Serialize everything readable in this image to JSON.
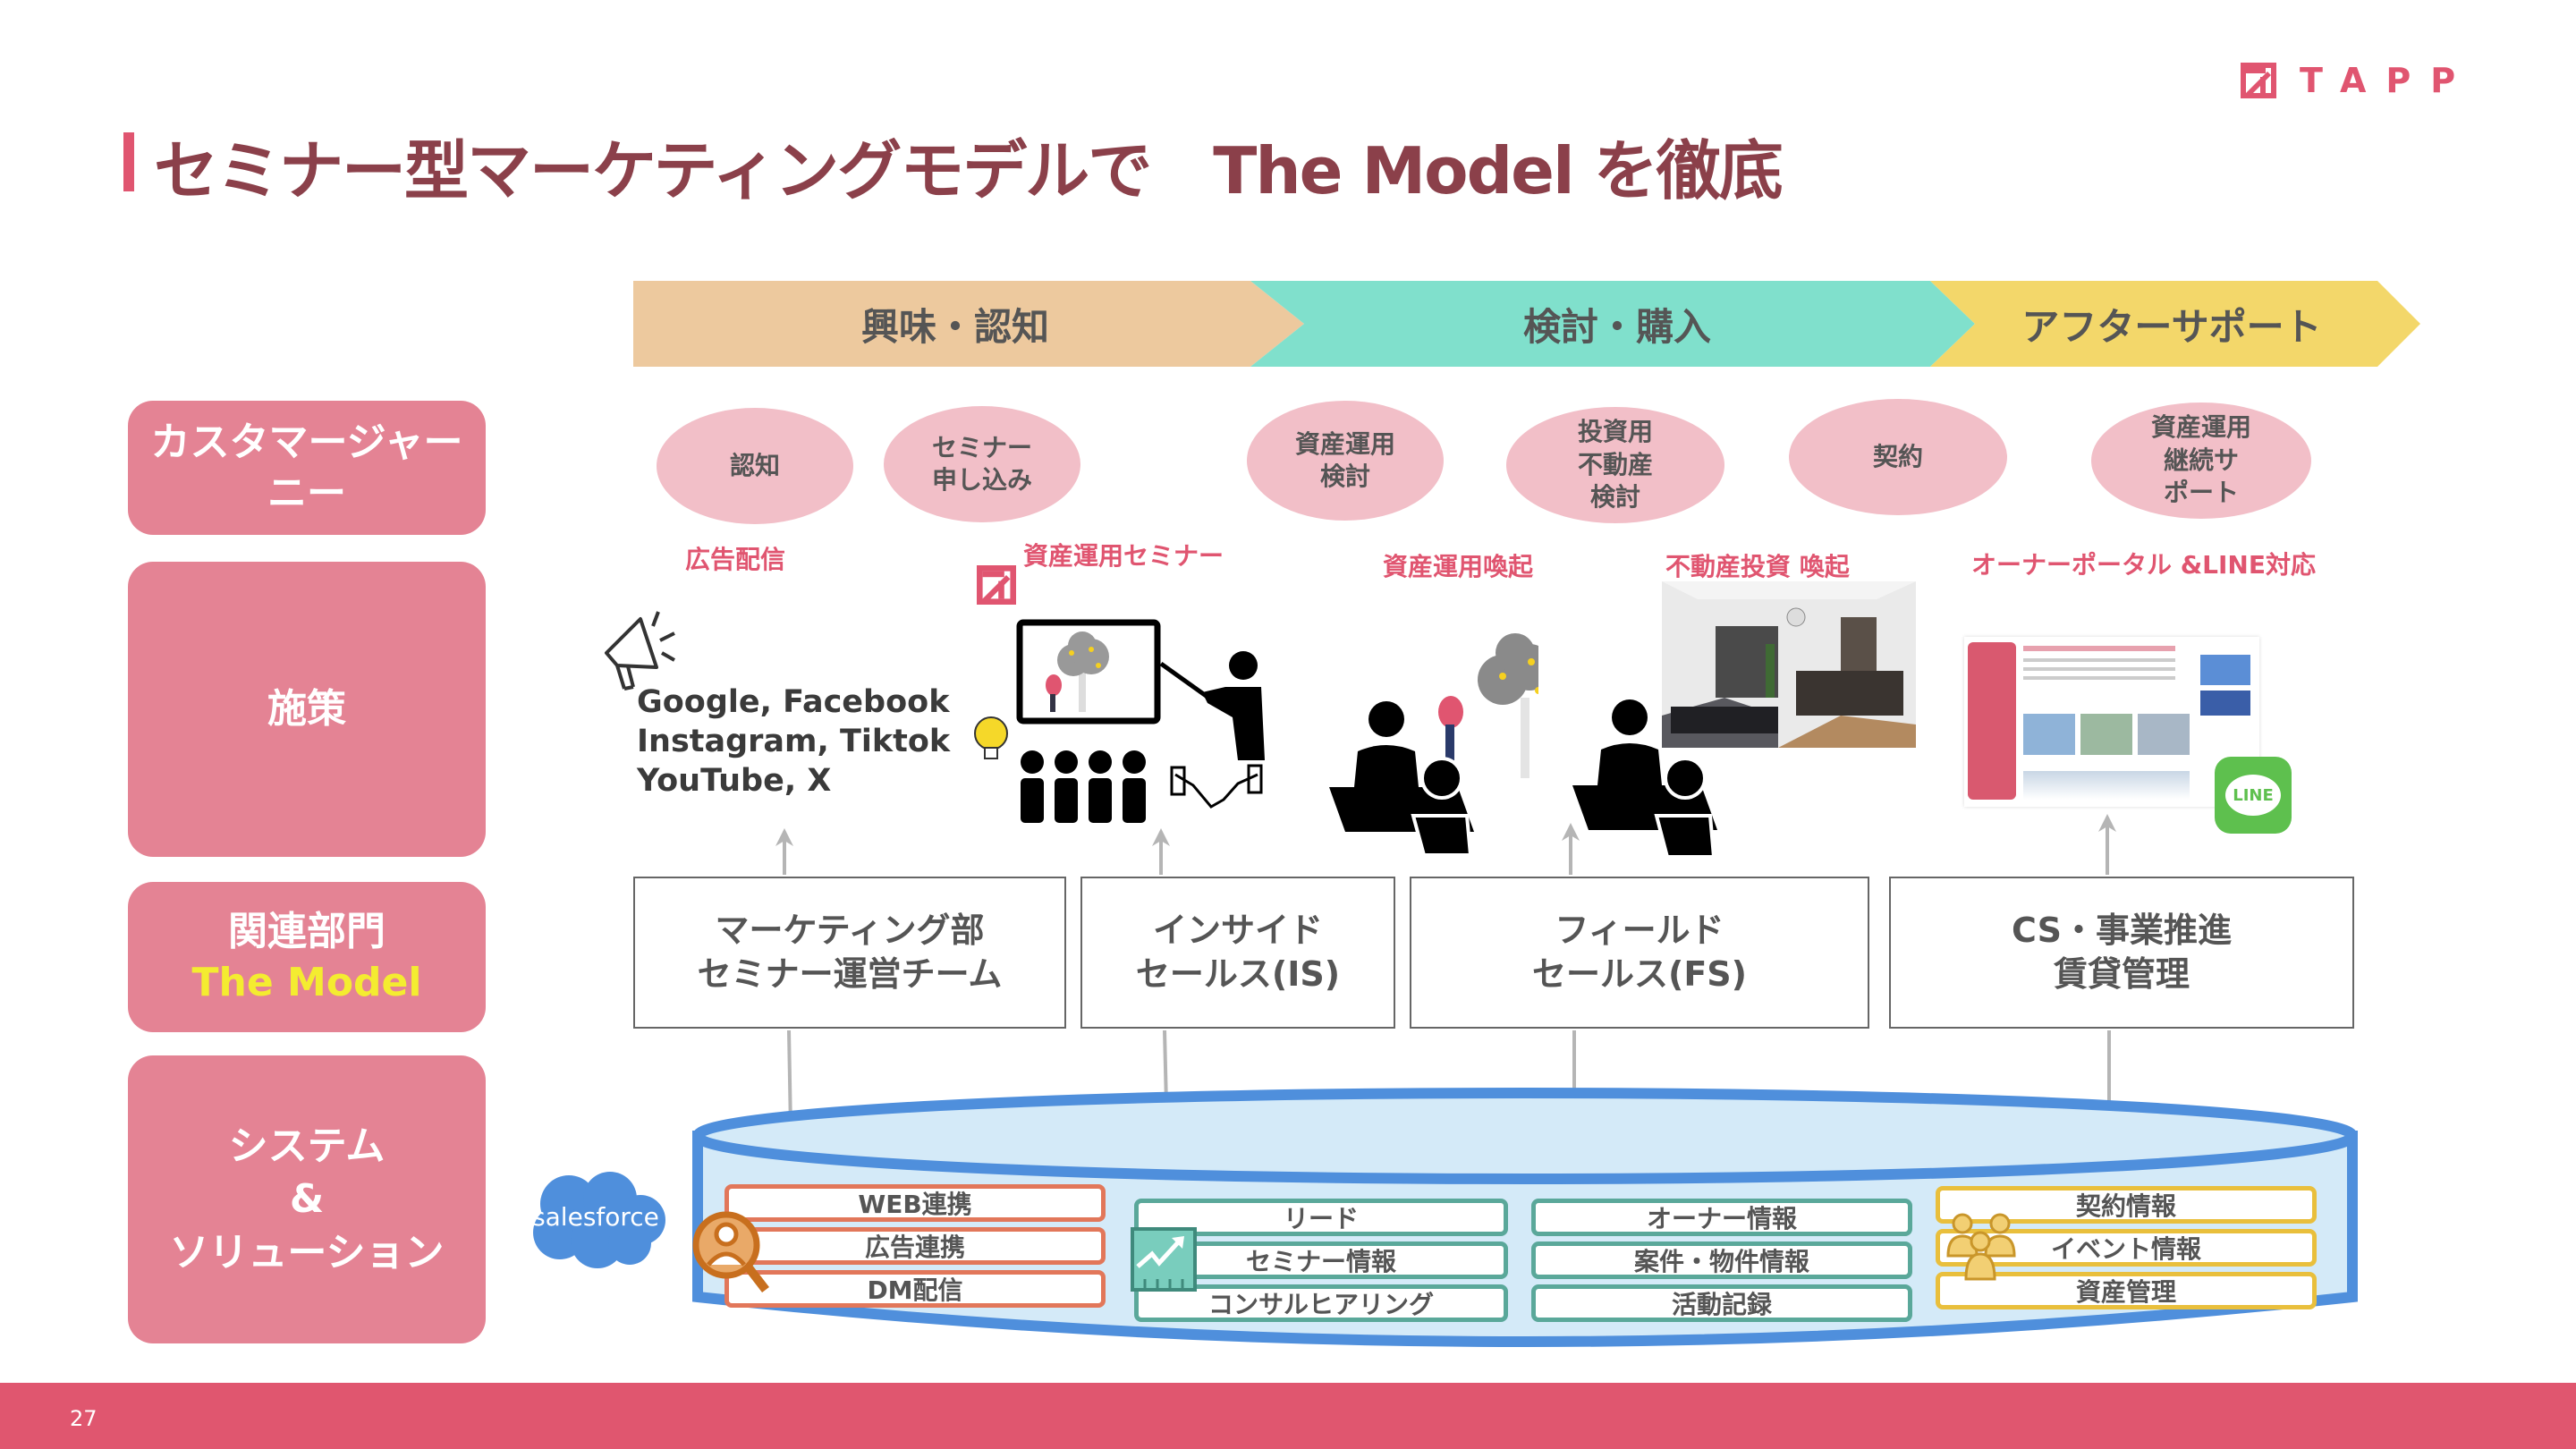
{
  "header": {
    "logo_text": "TAPP",
    "title": "セミナー型マーケティングモデルで　The Model を徹底"
  },
  "colors": {
    "brand": "#e05570",
    "title": "#8b404a",
    "stage_interest": "#edc99e",
    "stage_consider": "#80e0cc",
    "stage_after": "#f3d76a",
    "category_box": "#e48394",
    "oval": "#f2bfc8",
    "db_border": "#4f8fdc",
    "db_fill": "#d4eaf8"
  },
  "stages": [
    {
      "label": "興味・認知"
    },
    {
      "label": "検討・購入"
    },
    {
      "label": "アフターサポート"
    }
  ],
  "categories": [
    {
      "label": "カスタマージャーニー"
    },
    {
      "label": "施策"
    },
    {
      "label": "関連部門",
      "sub": "The Model"
    },
    {
      "label": "システム\n&\nソリューション"
    }
  ],
  "journey": [
    {
      "label": "認知"
    },
    {
      "label": "セミナー\n申し込み"
    },
    {
      "label": "資産運用\n検討"
    },
    {
      "label": "投資用\n不動産\n検討"
    },
    {
      "label": "契約"
    },
    {
      "label": "資産運用\n継続サ\nポート"
    }
  ],
  "measures": [
    {
      "label": "広告配信"
    },
    {
      "label": "資産運用セミナー"
    },
    {
      "label": "資産運用喚起"
    },
    {
      "label": "不動産投資 喚起"
    },
    {
      "label": "オーナーポータル &LINE対応"
    }
  ],
  "media_channels": "Google, Facebook\nInstagram, Tiktok\nYouTube, X",
  "line_label": "LINE",
  "departments": [
    {
      "label": "マーケティング部\nセミナー運営チーム"
    },
    {
      "label": "インサイド\nセールス(IS)"
    },
    {
      "label": "フィールド\nセールス(FS)"
    },
    {
      "label": "CS・事業推進\n賃貸管理"
    }
  ],
  "system": {
    "platform": "salesforce",
    "groups": [
      {
        "items": [
          "WEB連携",
          "広告連携",
          "DM配信"
        ]
      },
      {
        "items": [
          "リード",
          "セミナー情報",
          "コンサルヒアリング"
        ]
      },
      {
        "items": [
          "オーナー情報",
          "案件・物件情報",
          "活動記録"
        ]
      },
      {
        "items": [
          "契約情報",
          "イベント情報",
          "資産管理"
        ]
      }
    ]
  },
  "footer": {
    "page_number": "27"
  }
}
